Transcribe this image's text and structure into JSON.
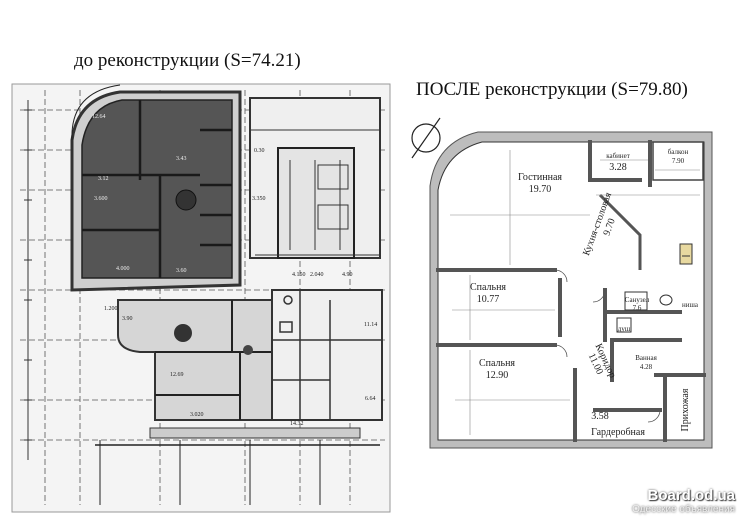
{
  "before": {
    "title": "до реконструкции (S=74.21)"
  },
  "after": {
    "title": "ПОСЛЕ реконструкции (S=79.80)",
    "rooms": [
      {
        "name": "Гостинная",
        "area": "19.70"
      },
      {
        "name": "кабинет",
        "area": "3.28"
      },
      {
        "name": "балкон",
        "area": "7.90"
      },
      {
        "name": "Кухня-столовая",
        "area": "9.70"
      },
      {
        "name": "Спальня",
        "area": "10.77"
      },
      {
        "name": "Спальня",
        "area": "12.90"
      },
      {
        "name": "Санузел",
        "area": "7.6"
      },
      {
        "name": "Коридор",
        "area": "11.00"
      },
      {
        "name": "Ванная",
        "area": "4.28"
      },
      {
        "name": "Гардеробная",
        "area": "3.58"
      },
      {
        "name": "Прихожая",
        "area": ""
      },
      {
        "name": "душ",
        "area": ""
      },
      {
        "name": "ниша",
        "area": ""
      }
    ]
  },
  "watermark": {
    "site": "Board.od.ua",
    "subtitle": "Одесские объявления"
  },
  "colors": {
    "shaded_zone": "#555555",
    "light_zone": "#d8d8d8",
    "wall": "#9a9a9a",
    "line": "#222222"
  }
}
